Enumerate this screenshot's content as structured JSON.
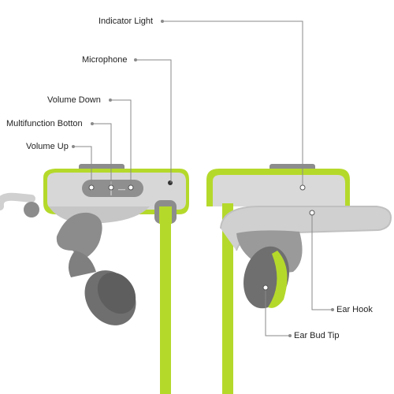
{
  "labels": {
    "indicator_light": "Indicator Light",
    "microphone": "Microphone",
    "volume_down": "Volume Down",
    "multifunction_button": "Multifunction Botton",
    "volume_up": "Volume Up",
    "ear_hook": "Ear Hook",
    "ear_bud_tip": "Ear Bud Tip"
  },
  "colors": {
    "lime": "#b5d92b",
    "body_gray": "#d9d9d9",
    "dark_gray": "#8c8c8c",
    "tip_gray": "#6f6f6f",
    "line": "#8a8a8a"
  }
}
